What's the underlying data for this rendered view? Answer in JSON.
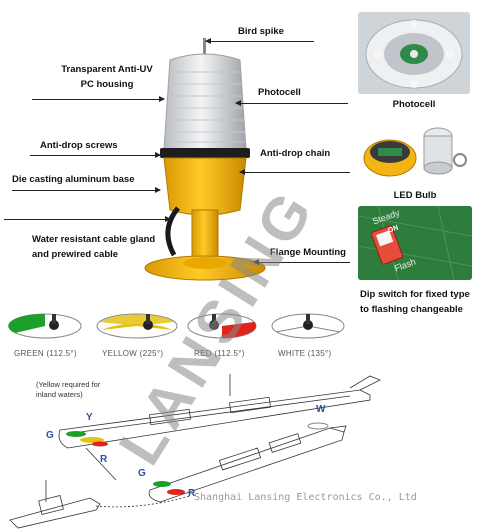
{
  "labels": {
    "bird_spike": "Bird spike",
    "housing_line1": "Transparent Anti-UV",
    "housing_line2": "PC housing",
    "photocell": "Photocell",
    "screws": "Anti-drop screws",
    "chain": "Anti-drop chain",
    "base": "Die casting aluminum base",
    "gland_line1": "Water resistant cable gland",
    "gland_line2": "and prewired cable",
    "flange": "Flange Mounting"
  },
  "side_photos": {
    "photocell_caption": "Photocell",
    "led_caption": "LED Bulb",
    "dip_caption_line1": "Dip switch for fixed type",
    "dip_caption_line2": "to flashing changeable",
    "dip_on": "ON",
    "dip_steady": "Steady",
    "dip_flash": "Flash"
  },
  "sectors": [
    {
      "label": "GREEN (112.5°)",
      "color": "#1e9e2a"
    },
    {
      "label": "YELLOW (225°)",
      "color": "#e5c213"
    },
    {
      "label": "RED (112.5°)",
      "color": "#e0231b"
    },
    {
      "label": "WHITE (135°)",
      "color": "#ffffff"
    }
  ],
  "diagram": {
    "note_line1": "(Yellow required for",
    "note_line2": "inland waters)",
    "ship_labels": {
      "g1": "G",
      "y": "Y",
      "r1": "R",
      "w": "W",
      "g2": "G",
      "r2": "R"
    }
  },
  "watermark": "LANSING",
  "company": "Shanghai Lansing Electronics Co., Ltd",
  "colors": {
    "housing_yellow": "#f2b416",
    "green": "#1e9e2a",
    "yellow": "#e5c213",
    "red": "#e0231b",
    "blue": "#2d4fa8"
  }
}
